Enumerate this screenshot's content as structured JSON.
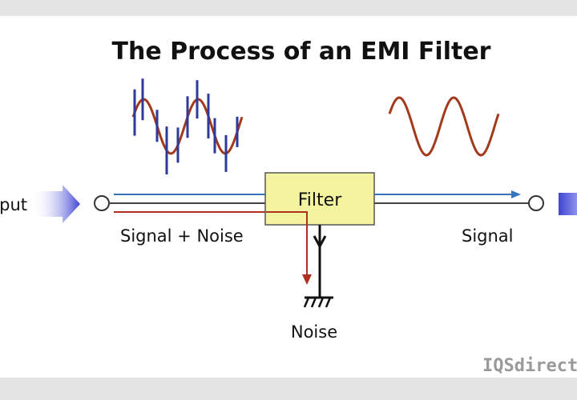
{
  "title": "The Process of an EMI Filter",
  "labels": {
    "input": "Input",
    "signal_noise": "Signal  + Noise",
    "filter": "Filter",
    "signal_out": "Signal",
    "noise": "Noise"
  },
  "brand": "IQSdirectory",
  "colors": {
    "wave": "#a33a1c",
    "noise_spike": "#2e3a9a",
    "signal_line": "#3b73b8",
    "noise_path": "#b03020",
    "filter_fill": "#f4f3a0",
    "arrow": "#4a4fd6"
  },
  "icons": [
    "input-arrow-icon",
    "output-arrow-icon",
    "ground-icon"
  ]
}
